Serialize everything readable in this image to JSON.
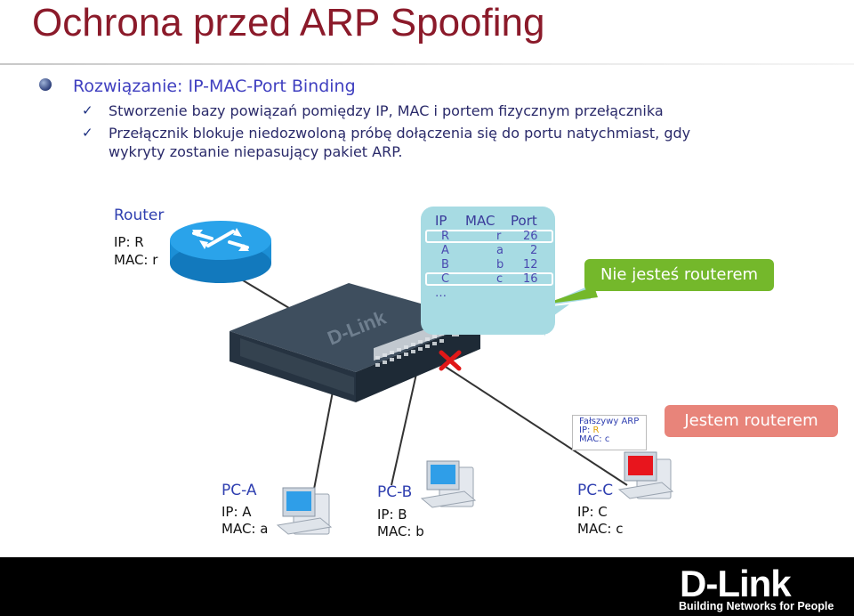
{
  "title": "Ochrona przed ARP Spoofing",
  "solution": "Rozwiązanie: IP-MAC-Port Binding",
  "points": [
    "Stworzenie bazy powiązań pomiędzy IP, MAC i portem fizycznym przełącznika",
    "Przełącznik blokuje niedozwoloną próbę dołączenia się do portu natychmiast, gdy",
    "wykryty zostanie niepasujący pakiet ARP."
  ],
  "router": {
    "name": "Router",
    "ip": "IP: R",
    "mac": "MAC: r"
  },
  "table": {
    "headers": [
      "IP",
      "MAC",
      "Port"
    ],
    "rows": [
      {
        "ip": "R",
        "mac": "r",
        "port": "26"
      },
      {
        "ip": "A",
        "mac": "a",
        "port": "2"
      },
      {
        "ip": "B",
        "mac": "b",
        "port": "12"
      },
      {
        "ip": "C",
        "mac": "c",
        "port": "16"
      }
    ],
    "more": "…"
  },
  "switch_brand": "D-Link",
  "messages": {
    "not_router": "Nie jesteś routerem",
    "i_am_router": "Jestem routerem"
  },
  "fake_arp": {
    "title": "Fałszywy ARP",
    "ip_prefix": "IP: ",
    "ip_value": "R",
    "mac": "MAC: c"
  },
  "pcs": [
    {
      "name": "PC-A",
      "ip": "IP: A",
      "mac": "MAC: a"
    },
    {
      "name": "PC-B",
      "ip": "IP: B",
      "mac": "MAC: b"
    },
    {
      "name": "PC-C",
      "ip": "IP: C",
      "mac": "MAC: c"
    }
  ],
  "footer": {
    "logo": "D-Link",
    "tagline": "Building Networks for People"
  },
  "colors": {
    "title": "#8b1a2a",
    "accent_blue": "#2f3fb0",
    "table_bg": "#a7dbe3",
    "ok_green": "#74b82b",
    "alert_red": "#e8847a",
    "block_x": "#e01818"
  }
}
